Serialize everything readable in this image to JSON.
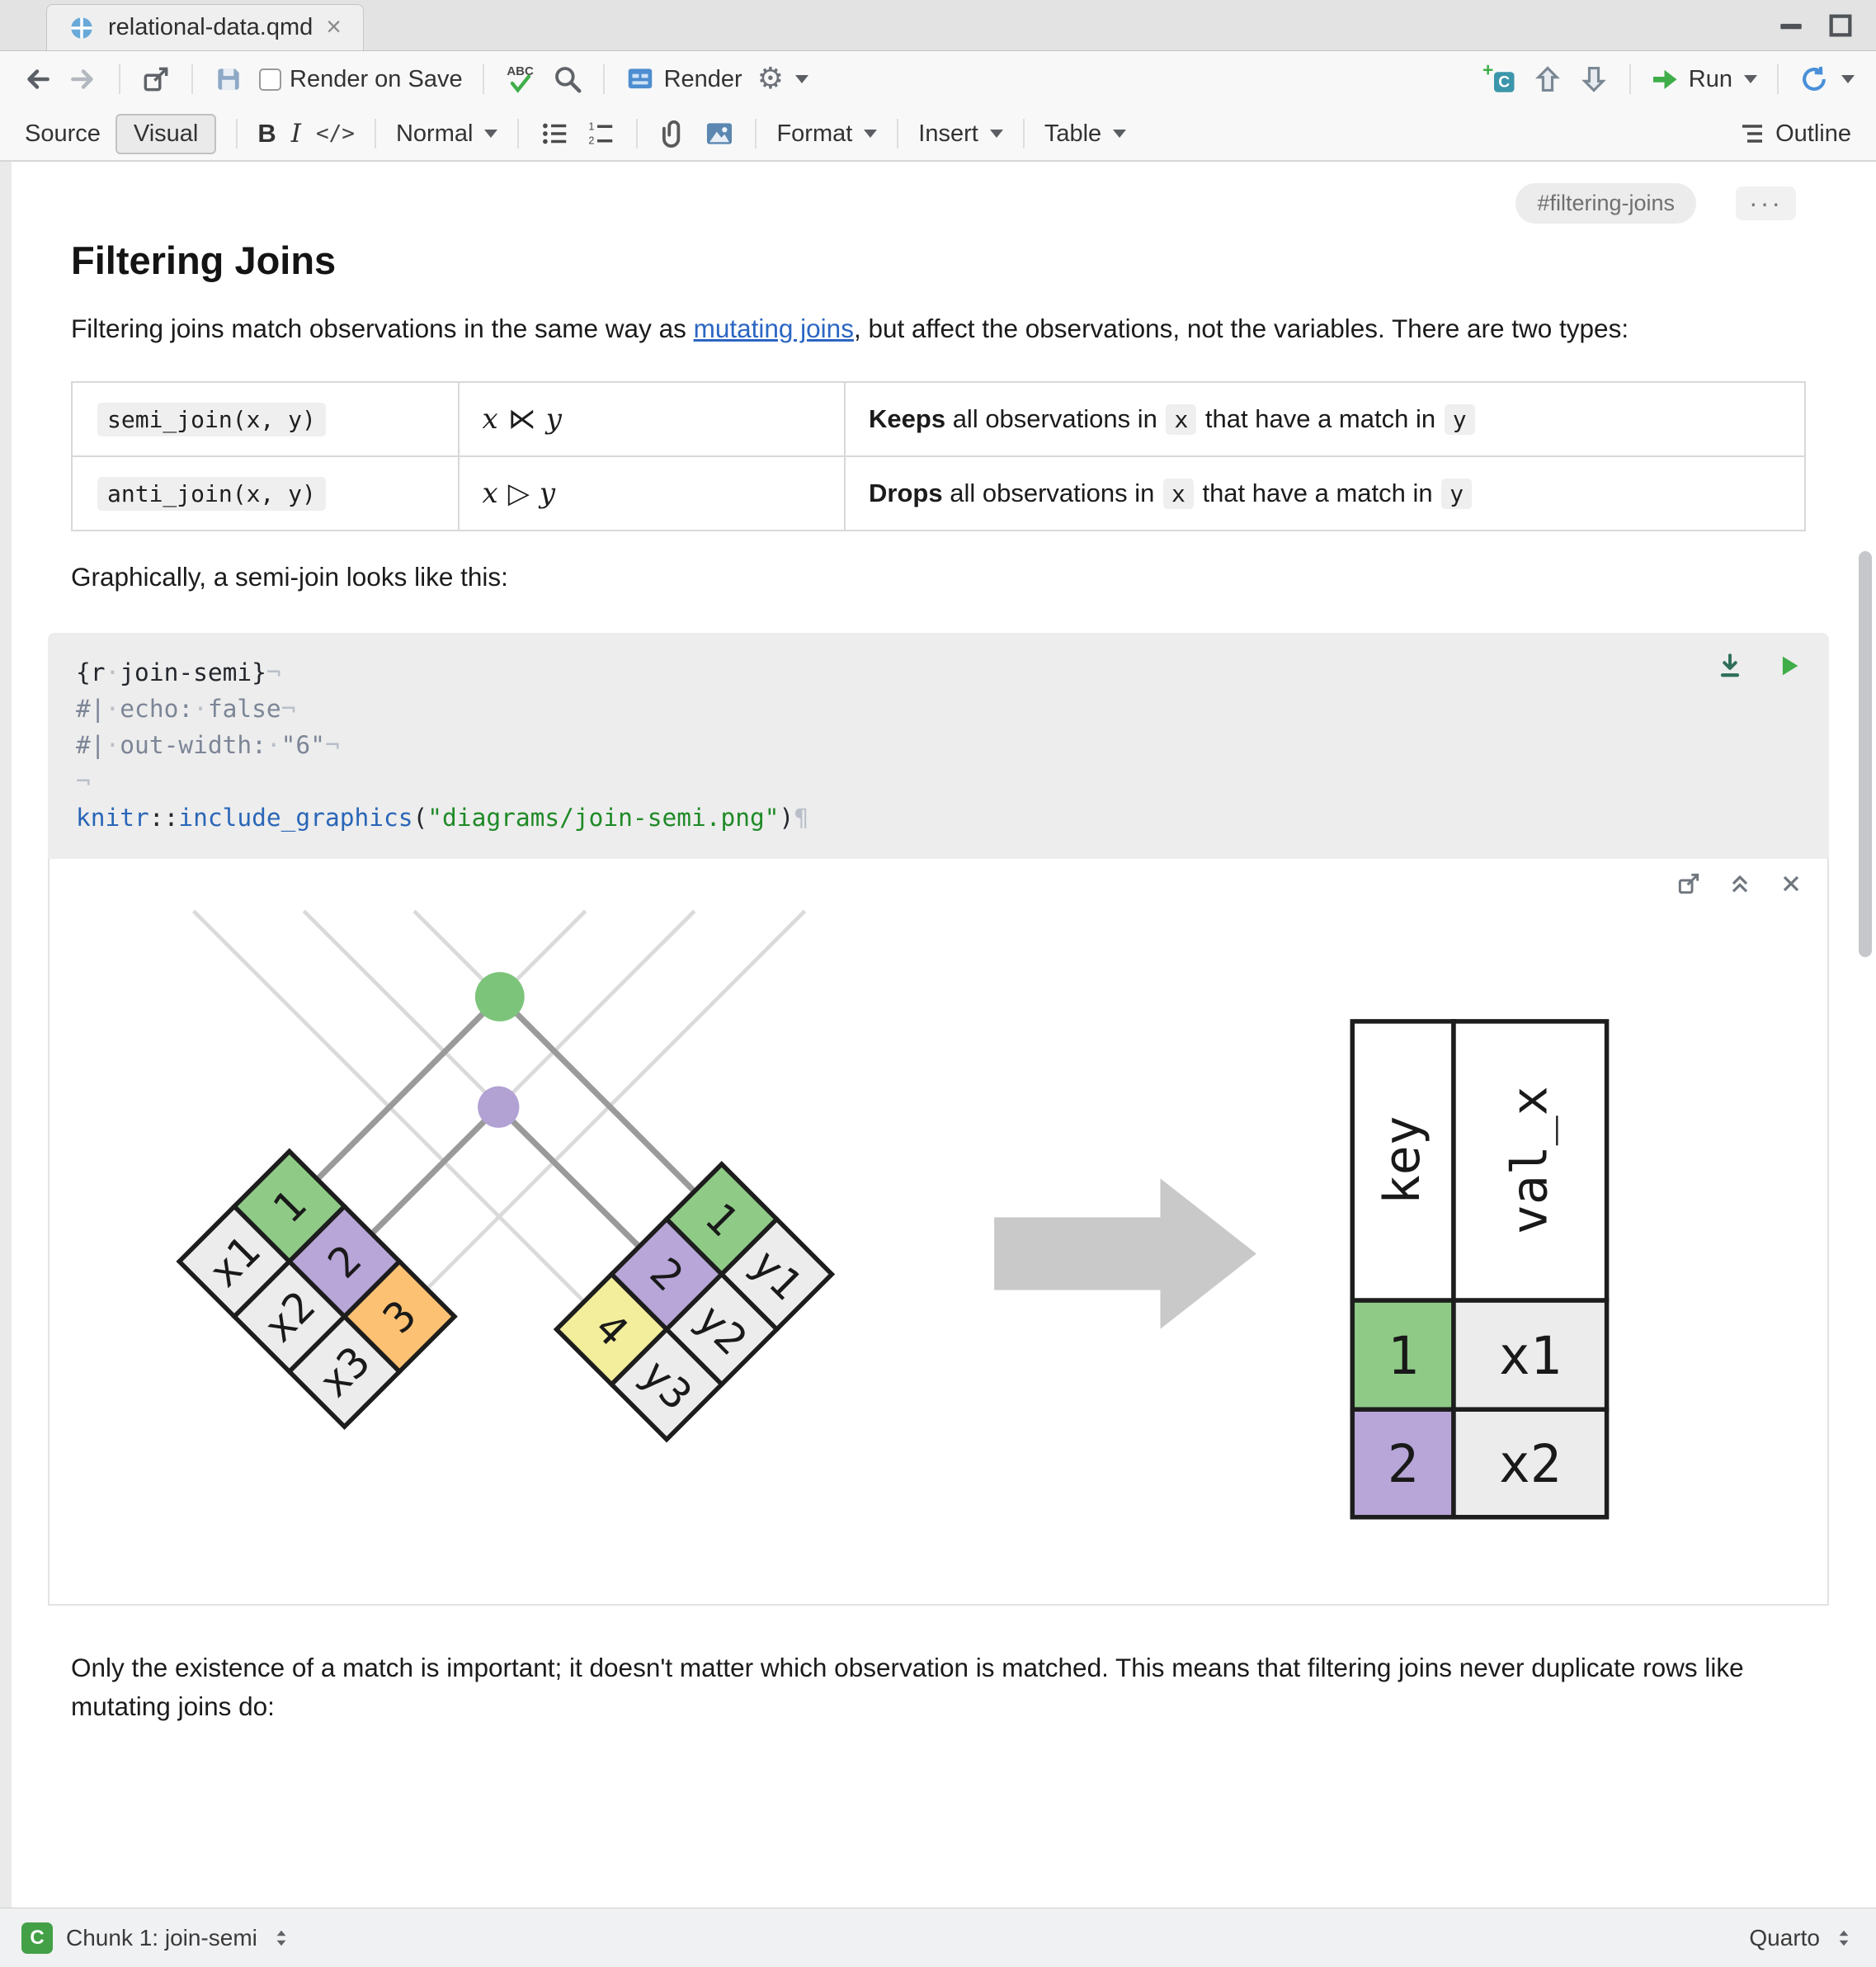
{
  "tab_bar": {
    "tab_title": "relational-data.qmd",
    "close_glyph": "×"
  },
  "toolbar_main": {
    "render_on_save_label": "Render on Save",
    "spellcheck_label": "ABC",
    "render_label": "Render",
    "run_label": "Run"
  },
  "toolbar_format": {
    "source_label": "Source",
    "visual_label": "Visual",
    "bold_glyph": "B",
    "italic_glyph": "I",
    "code_glyph": "</>",
    "paragraph_style_label": "Normal",
    "format_label": "Format",
    "insert_label": "Insert",
    "table_label": "Table",
    "outline_label": "Outline"
  },
  "doc": {
    "anchor_badge": "#filtering-joins",
    "more_glyph": "···",
    "title": "Filtering Joins",
    "p1_before_link": "Filtering joins match observations in the same way as ",
    "p1_link": "mutating joins",
    "p1_after_link": ", but affect the observations, not the variables. There are two types:",
    "p2": "Graphically, a semi-join looks like this:",
    "p3": "Only the existence of a match is important; it doesn't matter which observation is matched. This means that filtering joins never duplicate rows like mutating joins do:",
    "join_table": {
      "rows": [
        {
          "fn": "semi_join(x, y)",
          "math_x": "x",
          "math_op": "⋉",
          "math_y": "y",
          "verb": "Keeps",
          "desc_a": " all observations in ",
          "arg_x": "x",
          "desc_b": " that have a match in ",
          "arg_y": "y"
        },
        {
          "fn": "anti_join(x, y)",
          "math_x": "x",
          "math_op": "▷",
          "math_y": "y",
          "verb": "Drops",
          "desc_a": " all observations in ",
          "arg_x": "x",
          "desc_b": " that have a match in ",
          "arg_y": "y"
        }
      ]
    }
  },
  "chunk": {
    "lines": [
      {
        "tokens": [
          {
            "t": "{r",
            "c": "d"
          },
          {
            "t": "·",
            "c": "ws"
          },
          {
            "t": "join-semi}",
            "c": "d"
          },
          {
            "t": "¬",
            "c": "ws"
          }
        ]
      },
      {
        "tokens": [
          {
            "t": "#|",
            "c": "opt"
          },
          {
            "t": "·",
            "c": "ws"
          },
          {
            "t": "echo:",
            "c": "opt"
          },
          {
            "t": "·",
            "c": "ws"
          },
          {
            "t": "false",
            "c": "opt"
          },
          {
            "t": "¬",
            "c": "ws"
          }
        ]
      },
      {
        "tokens": [
          {
            "t": "#|",
            "c": "opt"
          },
          {
            "t": "·",
            "c": "ws"
          },
          {
            "t": "out-width:",
            "c": "opt"
          },
          {
            "t": "·",
            "c": "ws"
          },
          {
            "t": "\"6\"",
            "c": "opt"
          },
          {
            "t": "¬",
            "c": "ws"
          }
        ]
      },
      {
        "tokens": [
          {
            "t": "¬",
            "c": "ws"
          }
        ]
      },
      {
        "tokens": [
          {
            "t": "knitr",
            "c": "fn"
          },
          {
            "t": "::",
            "c": "d"
          },
          {
            "t": "include_graphics",
            "c": "fn"
          },
          {
            "t": "(",
            "c": "d"
          },
          {
            "t": "\"diagrams/join-semi.png\"",
            "c": "str"
          },
          {
            "t": ")",
            "c": "d"
          },
          {
            "t": "¶",
            "c": "ws"
          }
        ]
      }
    ]
  },
  "diagram": {
    "left_table": {
      "vals": [
        "x1",
        "x2",
        "x3"
      ],
      "keys": [
        "1",
        "2",
        "3"
      ]
    },
    "right_table": {
      "keys": [
        "1",
        "2",
        "4"
      ],
      "vals": [
        "y1",
        "y2",
        "y3"
      ]
    },
    "result_table": {
      "headers": [
        "key",
        "val_x"
      ],
      "rows": [
        [
          "1",
          "x1"
        ],
        [
          "2",
          "x2"
        ]
      ]
    },
    "colors": {
      "key_green": "#8fcb87",
      "key_purple": "#b7a6d7",
      "key_orange": "#fcc172",
      "key_yellow": "#f3ee9b",
      "cell_gray": "#ececec",
      "dot_green": "#7cc47a",
      "dot_purple": "#b2a1d3",
      "arrow_gray": "#c9c9c9"
    }
  },
  "status_bar": {
    "chunk_badge": "C",
    "chunk_label": "Chunk 1: join-semi",
    "mode_label": "Quarto"
  }
}
